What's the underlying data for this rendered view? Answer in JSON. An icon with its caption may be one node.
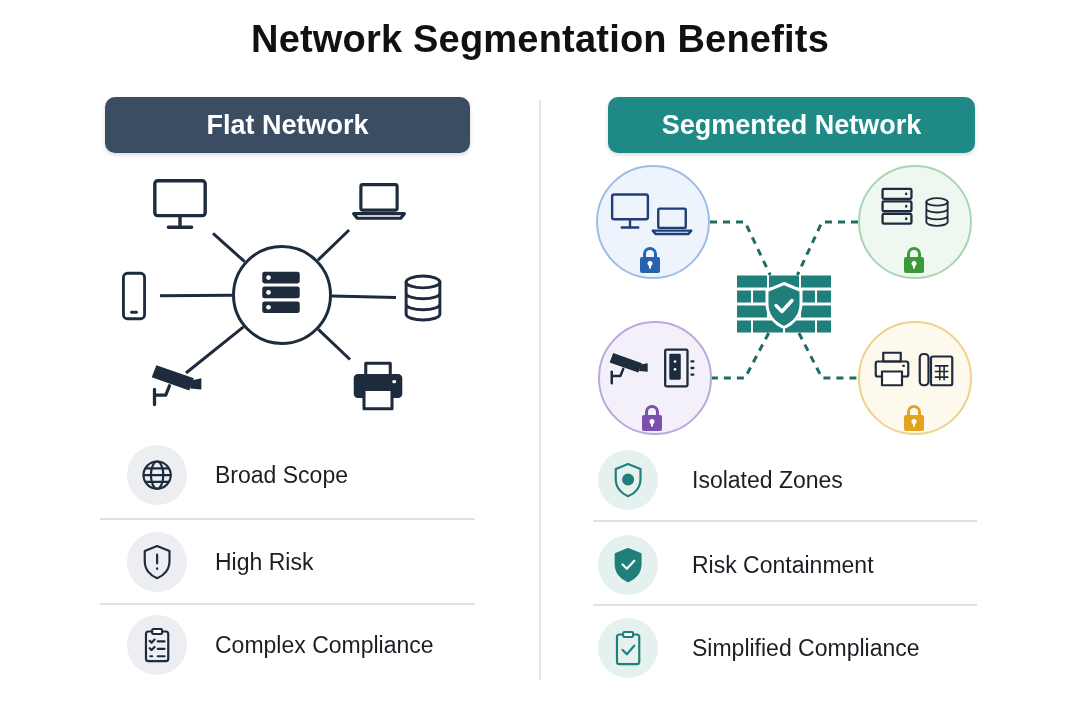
{
  "diagram": {
    "title": "Network Segmentation Benefits",
    "nodes": [
      {
        "text": [
          "Flat Network"
        ]
      },
      {
        "text": [
          "Segmented Network"
        ]
      },
      {
        "text": [],
        "shape": "circle"
      },
      {
        "text": [],
        "shape": "monitor"
      },
      {
        "text": [],
        "shape": "laptop"
      },
      {
        "text": [],
        "shape": "phone"
      },
      {
        "text": [],
        "shape": "cylinder"
      },
      {
        "text": [],
        "shape": "camera"
      },
      {
        "text": [],
        "shape": "printer"
      },
      {
        "text": [],
        "shape": "circle"
      },
      {
        "text": [],
        "shape": "circle"
      },
      {
        "text": [],
        "shape": "picture"
      },
      {
        "text": [],
        "shape": "circle"
      },
      {
        "text": [],
        "shape": "circle"
      }
    ],
    "edges": [
      {
        "from": 2,
        "to": 3,
        "arrow": "none"
      },
      {
        "from": 2,
        "to": 4,
        "arrow": "none"
      },
      {
        "from": 2,
        "to": 5,
        "arrow": "none"
      },
      {
        "from": 2,
        "to": 6,
        "arrow": "none"
      },
      {
        "from": 2,
        "to": 7,
        "arrow": "none"
      },
      {
        "from": 2,
        "to": 8,
        "arrow": "none"
      },
      {
        "from": 9,
        "to": 11,
        "arrow": "none",
        "style": "dashed",
        "color": "#1f6b68"
      },
      {
        "from": 10,
        "to": 11,
        "arrow": "none",
        "style": "dashed",
        "color": "#1f6b68"
      },
      {
        "from": 11,
        "to": 12,
        "arrow": "none",
        "style": "dashed",
        "color": "#1f6b68"
      },
      {
        "from": 11,
        "to": 13,
        "arrow": "none",
        "style": "dashed",
        "color": "#1f6b68"
      }
    ],
    "labels": [
      "Broad Scope",
      "High Risk",
      "Complex Compliance",
      "Isolated Zones",
      "Risk Containment",
      "Simplified Compliance"
    ]
  }
}
